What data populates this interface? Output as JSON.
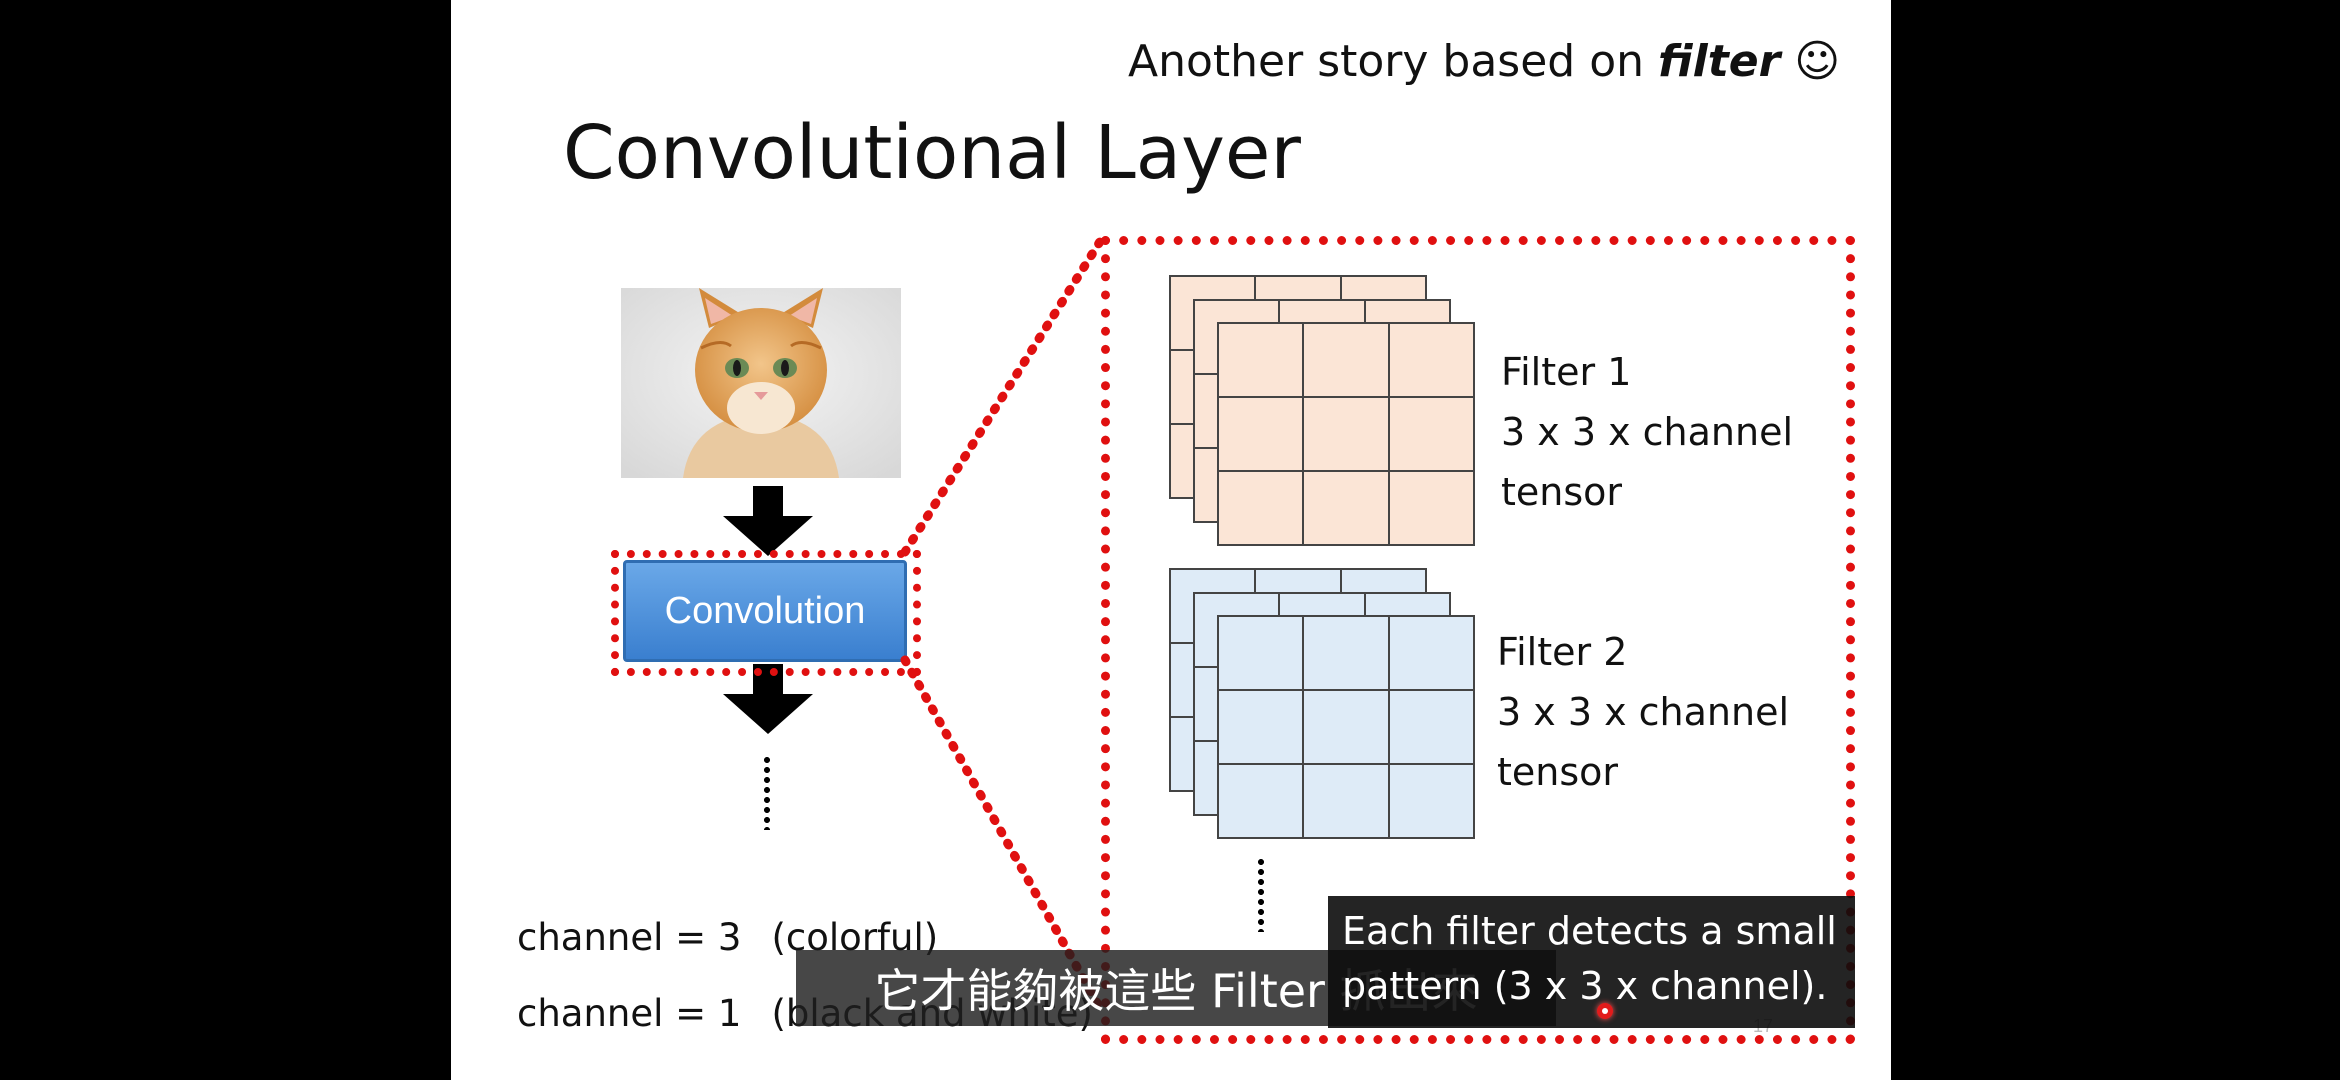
{
  "slide": {
    "story_prefix": "Another story based on ",
    "story_emph": "filter",
    "story_emoji": "☺",
    "title": "Convolutional Layer",
    "conv_label": "Convolution",
    "filters": [
      {
        "name": "Filter 1",
        "shape": "3 x 3 x channel",
        "kind": "tensor"
      },
      {
        "name": "Filter 2",
        "shape": "3 x 3 x channel",
        "kind": "tensor"
      }
    ],
    "channel_rows": [
      {
        "label": "channel = 3",
        "desc": "(colorful)"
      },
      {
        "label": "channel = 1",
        "desc": "(black and white)"
      }
    ],
    "page_number": "17"
  },
  "overlays": {
    "subtitle": "它才能夠被這些 Filter 抓出來",
    "tooltip_line1": "Each filter detects a small",
    "tooltip_line2": "pattern (3 x 3 x channel)."
  },
  "colors": {
    "highlight": "#e01010",
    "conv_button": "#3a7fcf",
    "filter1_fill": "#fbe5d6",
    "filter2_fill": "#deebf7"
  }
}
